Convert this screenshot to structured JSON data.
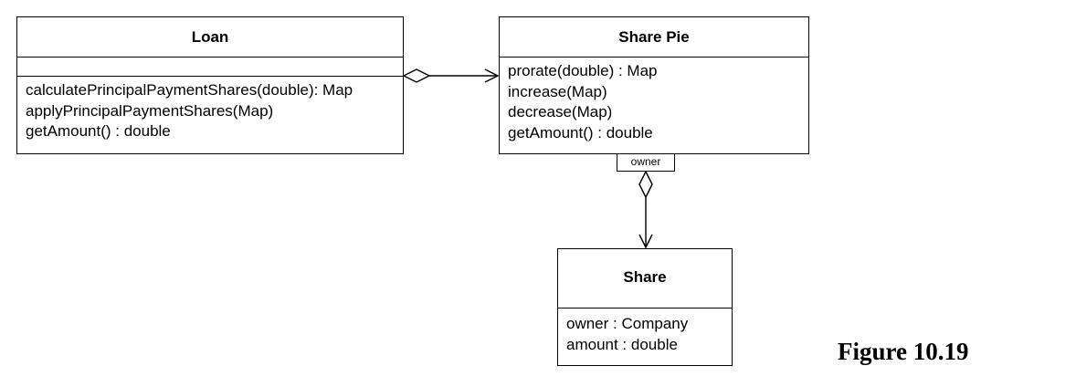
{
  "classes": {
    "loan": {
      "name": "Loan",
      "operations": [
        "calculatePrincipalPaymentShares(double): Map",
        "applyPrincipalPaymentShares(Map)",
        "getAmount() : double"
      ]
    },
    "share_pie": {
      "name": "Share Pie",
      "operations": [
        "prorate(double) : Map",
        "increase(Map)",
        "decrease(Map)",
        "getAmount() : double"
      ]
    },
    "share": {
      "name": "Share",
      "attributes": [
        "owner : Company",
        "amount : double"
      ]
    }
  },
  "relationships": [
    {
      "from": "Loan",
      "to": "Share Pie",
      "type": "aggregation",
      "navigable_end": "Share Pie"
    },
    {
      "from": "Share Pie",
      "to": "Share",
      "type": "qualified aggregation",
      "qualifier": "owner",
      "navigable_end": "Share"
    }
  ],
  "figure_caption": "Figure 10.19"
}
